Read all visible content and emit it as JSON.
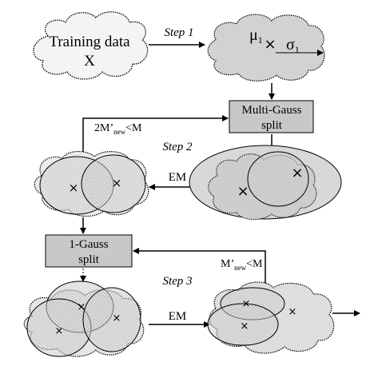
{
  "colors": {
    "cloud_light": "#f3f3f3",
    "cloud_dark": "#c9c9c9",
    "ellipse_fill": "#d6d6d6",
    "ellipse_stipple": "#b4b4b4",
    "box_fill": "#c8c8c8",
    "line": "#000000"
  },
  "top": {
    "training_line1": "Training data",
    "training_line2": "X",
    "step1": "Step 1",
    "mu_base": "μ",
    "mu_sub": "1",
    "sigma_base": "σ",
    "sigma_sub": "1"
  },
  "middle": {
    "multi_gauss_line1": "Multi-Gauss",
    "multi_gauss_line2": "split",
    "condition_prefix": "2M’",
    "condition_sub": "new",
    "condition_suffix": "<M",
    "step2": "Step 2",
    "em_label": "EM"
  },
  "bottom": {
    "one_gauss_line1": "1-Gauss",
    "one_gauss_line2": "split",
    "condition_prefix": "M’",
    "condition_sub": "new",
    "condition_suffix": "<M",
    "step3": "Step 3",
    "em_label": "EM"
  }
}
